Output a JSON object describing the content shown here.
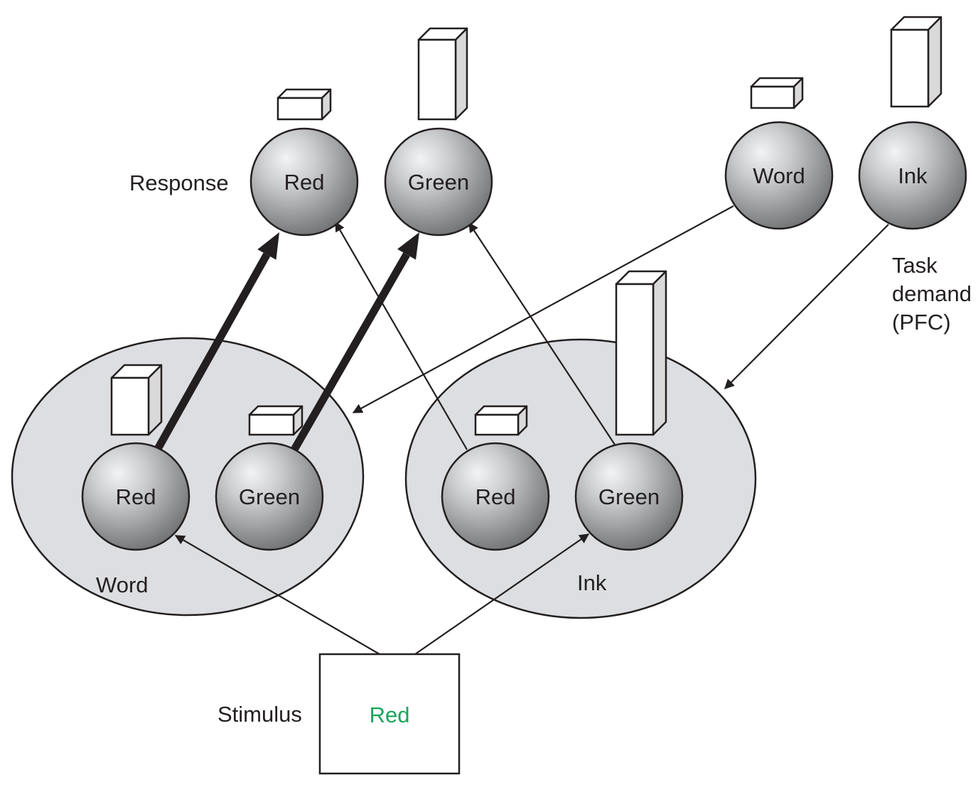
{
  "diagram": {
    "title": "Stroop task model: stimulus, word/ink pathways, responses and task demand",
    "colors": {
      "line": "#231f20",
      "pool_fill": "#dcdee1",
      "box_face": "#ffffff",
      "box_side": "#d9d9d9",
      "stimulus_ink": "#1aa35a"
    },
    "labels": {
      "response": "Response",
      "stimulus": "Stimulus",
      "task_demand_line1": "Task",
      "task_demand_line2": "demand",
      "task_demand_line3": "(PFC)",
      "word_pool": "Word",
      "ink_pool": "Ink"
    },
    "stimulus": {
      "word": "Red",
      "ink_color": "green"
    },
    "nodes": {
      "response_red": {
        "label": "Red",
        "activation": "low"
      },
      "response_green": {
        "label": "Green",
        "activation": "high"
      },
      "task_word": {
        "label": "Word",
        "activation": "low"
      },
      "task_ink": {
        "label": "Ink",
        "activation": "high"
      },
      "word_red": {
        "label": "Red",
        "activation": "medium"
      },
      "word_green": {
        "label": "Green",
        "activation": "low"
      },
      "ink_red": {
        "label": "Red",
        "activation": "low"
      },
      "ink_green": {
        "label": "Green",
        "activation": "very high"
      }
    },
    "connections": [
      {
        "from": "word_red",
        "to": "response_red",
        "strength": "strong"
      },
      {
        "from": "word_green",
        "to": "response_green",
        "strength": "strong"
      },
      {
        "from": "ink_red",
        "to": "response_red",
        "strength": "weak"
      },
      {
        "from": "ink_green",
        "to": "response_green",
        "strength": "weak"
      },
      {
        "from": "task_word",
        "to": "word_pool",
        "strength": "weak"
      },
      {
        "from": "task_ink",
        "to": "ink_pool",
        "strength": "weak"
      },
      {
        "from": "stimulus",
        "to": "word_red",
        "strength": "weak"
      },
      {
        "from": "stimulus",
        "to": "ink_green",
        "strength": "weak"
      }
    ]
  }
}
